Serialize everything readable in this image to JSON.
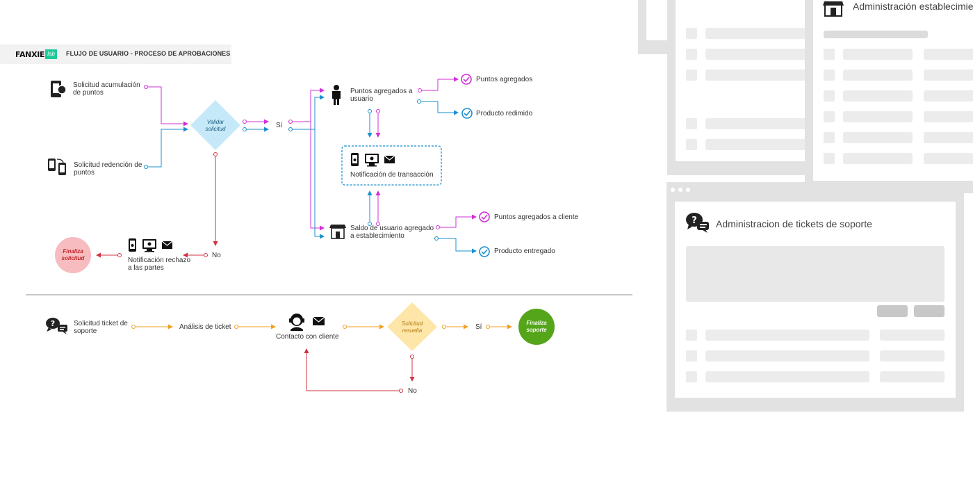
{
  "header": {
    "logo": "FANXIE",
    "logo_badge": "lab",
    "title": "FLUJO DE USUARIO - PROCESO DE APROBACIONES"
  },
  "flow1": {
    "input_accumulation": "Solicitud acumulación de puntos",
    "input_redemption": "Solicitud redención de puntos",
    "decision": "Validar solicitud",
    "yes": "Sí",
    "no": "No",
    "user_points": "Puntos agregados a usuario",
    "points_added": "Puntos agregados",
    "product_redeemed": "Producto redimido",
    "notification_tx": "Notificación de transacción",
    "store_balance": "Saldo de usuario agregado a establecimiento",
    "points_added_client": "Puntos agregados a cliente",
    "product_delivered": "Producto entregado",
    "notification_reject": "Notificación rechazo a las partes",
    "end": "Finaliza solicitud"
  },
  "flow2": {
    "input_ticket": "Solicitud ticket de soporte",
    "analysis": "Análisis de ticket",
    "contact": "Contacto con cliente",
    "decision": "Solicitud resuelta",
    "yes": "Sí",
    "no": "No",
    "end": "Finaliza soporte"
  },
  "panels": {
    "store_admin": "Administración establecimie",
    "tickets_admin": "Administracion de tickets de soporte"
  },
  "colors": {
    "magenta": "#d12fd8",
    "blue": "#1a8fd0",
    "red": "#d1333f",
    "orange": "#f0a020",
    "diamond_blue": "#c5e9f8",
    "diamond_yellow": "#fde6a8",
    "end_red": "#f7bcbf",
    "end_green": "#55a51a"
  }
}
